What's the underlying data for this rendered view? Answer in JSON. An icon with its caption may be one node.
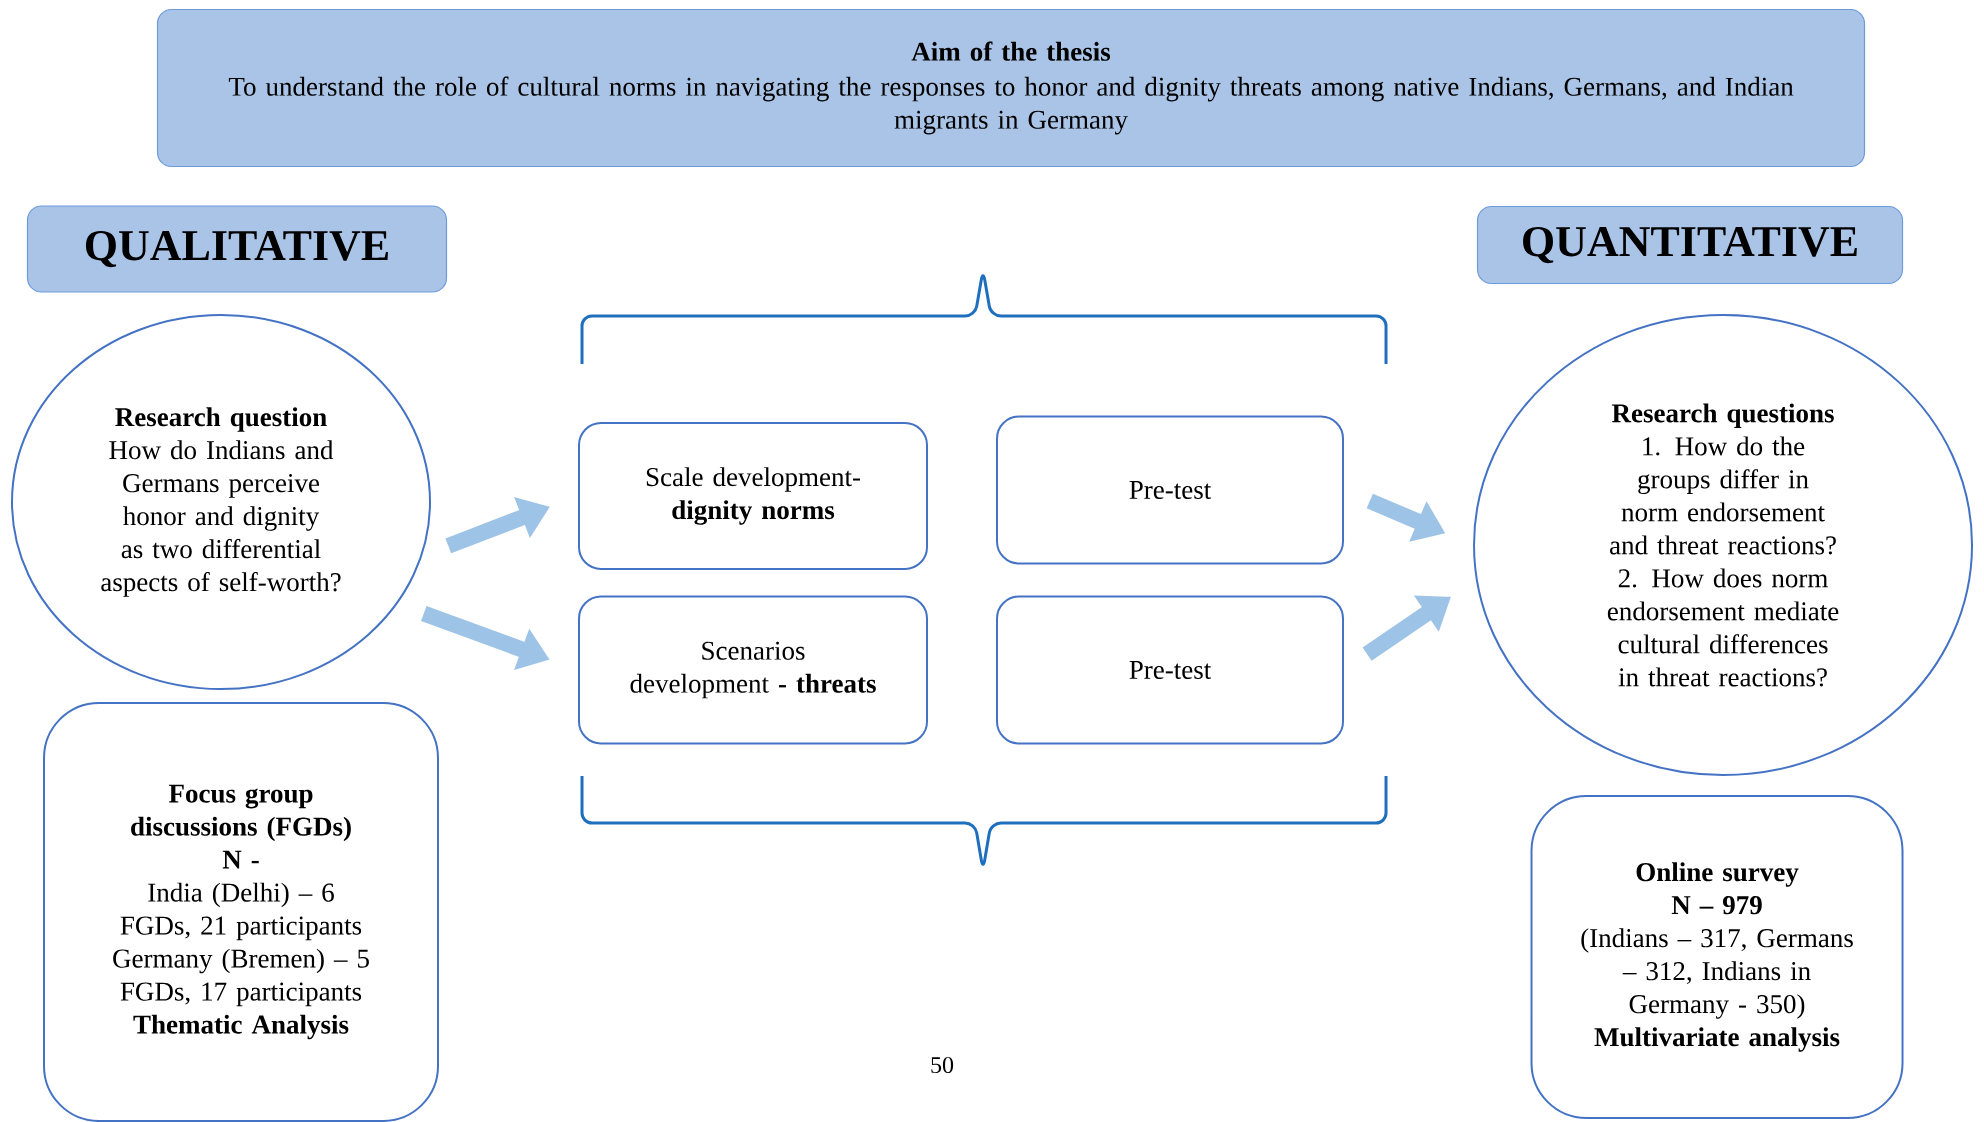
{
  "diagram": {
    "nodes": [
      {
        "text": [
          "Aim of the thesis",
          "To understand the role of cultural norms in navigating the responses to honor and dignity threats among native Indians, Germans, and Indian migrants in Germany"
        ]
      },
      {
        "text": [
          "QUALITATIVE"
        ]
      },
      {
        "text": [
          "QUANTITATIVE"
        ]
      },
      {
        "text": [
          "Research question",
          "How do Indians and Germans perceive honor and dignity as two differential aspects of self-worth?"
        ]
      },
      {
        "text": [
          "Focus group discussions (FGDs)",
          "N -",
          "India (Delhi) – 6 FGDs, 21 participants Germany (Bremen) – 5 FGDs, 17 participants",
          "Thematic Analysis"
        ]
      },
      {
        "text": [
          "Scale development- **dignity norms**"
        ]
      },
      {
        "text": [
          "Pre-test"
        ]
      },
      {
        "text": [
          "Scenarios development **- threats**"
        ]
      },
      {
        "text": [
          "Pre-test"
        ]
      },
      {
        "text": [
          "Research questions",
          "1. How do the groups differ in norm endorsement and threat reactions?",
          "2. How does norm endorsement mediate cultural differences in threat reactions?"
        ]
      },
      {
        "text": [
          "Online survey",
          "N – 979",
          "(Indians – 317, Germans – 312, Indians in Germany - 350)",
          "Multivariate analysis"
        ]
      }
    ],
    "edges": [
      {
        "from": 3,
        "to": 5,
        "arrow": "to"
      },
      {
        "from": 3,
        "to": 7,
        "arrow": "to"
      },
      {
        "from": 6,
        "to": 9,
        "arrow": "to"
      },
      {
        "from": 8,
        "to": 9,
        "arrow": "to"
      }
    ],
    "labels": [
      "50"
    ]
  }
}
